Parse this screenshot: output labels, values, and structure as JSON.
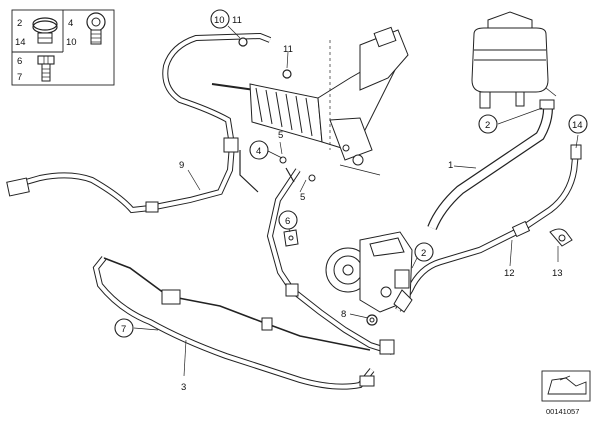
{
  "diagram": {
    "reference_number": "00141057",
    "legend": {
      "items": [
        {
          "top": "2",
          "bottom": "14",
          "icon": "clamp-ring-icon"
        },
        {
          "top": "4",
          "bottom": "10",
          "icon": "banjo-bolt-icon"
        },
        {
          "top": "6",
          "bottom": "7",
          "icon": "hex-bolt-icon"
        }
      ]
    },
    "callouts": {
      "c1": "1",
      "c2a": "2",
      "c2b": "2",
      "c3": "3",
      "c4": "4",
      "c5a": "5",
      "c5b": "5",
      "c6": "6",
      "c7": "7",
      "c8": "8",
      "c9": "9",
      "c10": "10",
      "c11a": "11",
      "c11b": "11",
      "c12": "12",
      "c13": "13",
      "c14": "14"
    }
  }
}
